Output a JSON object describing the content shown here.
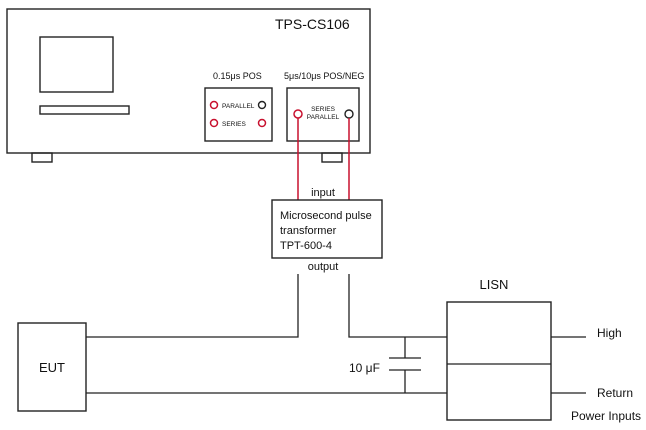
{
  "generator": {
    "title": "TPS-CS106",
    "left_panel": {
      "heading": "0.15μs POS",
      "row1": "PARALLEL",
      "row2": "SERIES"
    },
    "right_panel": {
      "heading": "5μs/10μs POS/NEG",
      "line1": "SERIES",
      "line2": "PARALLEL"
    }
  },
  "transformer": {
    "input_label": "input",
    "line1": "Microsecond pulse",
    "line2": "transformer",
    "line3": "TPT-600-4",
    "output_label": "output"
  },
  "eut": {
    "label": "EUT"
  },
  "capacitor": {
    "label": "10 μF"
  },
  "lisn": {
    "title": "LISN",
    "high_label": "High",
    "return_label": "Return",
    "power_label": "Power Inputs"
  },
  "colors": {
    "wire": "#222222",
    "pulse_lead": "#c8102e"
  }
}
